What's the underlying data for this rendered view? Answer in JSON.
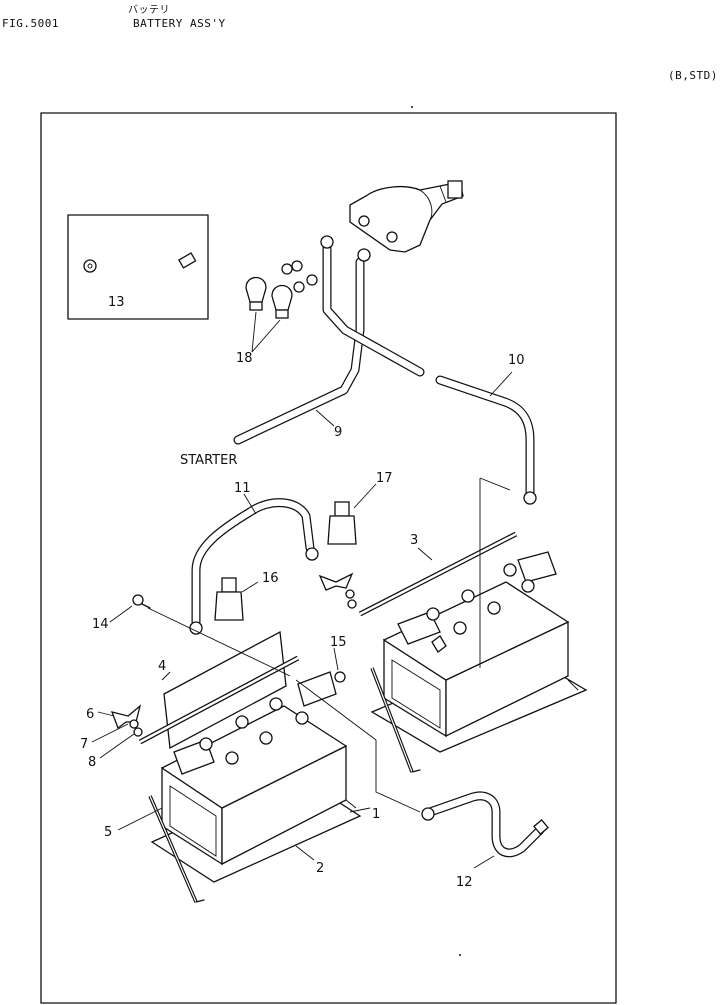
{
  "header": {
    "fig_no": "FIG.5001",
    "title_jp": "バッテリ",
    "title_en": "BATTERY ASS'Y",
    "variant": "(B,STD)"
  },
  "diagram": {
    "starter_label": "STARTER",
    "callouts": {
      "c1": "1",
      "c2": "2",
      "c3": "3",
      "c4": "4",
      "c5": "5",
      "c6": "6",
      "c7": "7",
      "c8": "8",
      "c9": "9",
      "c10": "10",
      "c11": "11",
      "c12": "12",
      "c13": "13",
      "c14": "14",
      "c15": "15",
      "c16": "16",
      "c17": "17",
      "c18": "18"
    }
  }
}
